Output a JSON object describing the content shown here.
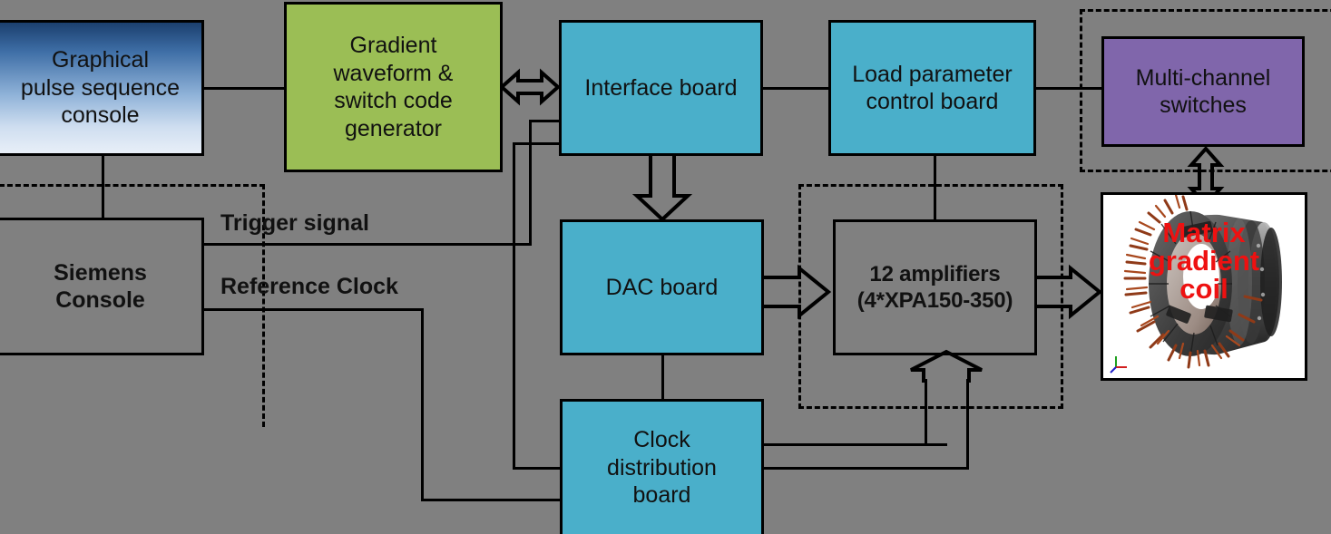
{
  "diagram": {
    "title": "Matrix gradient coil MRI system block diagram",
    "background_color": "#808080",
    "colors": {
      "blue_board": "#4aafca",
      "green_block": "#9bbe55",
      "purple_block": "#8066ab",
      "console_gradient_top": "#1b3f6e",
      "console_gradient_bottom": "#e8eff8",
      "coil_label_red": "#ee1111",
      "line_black": "#000000"
    },
    "nodes": [
      {
        "id": "graphical-console",
        "label": "Graphical\npulse sequence\nconsole",
        "line1": "Graphical",
        "line2": "pulse sequence",
        "line3": "console",
        "style": "blue-gradient"
      },
      {
        "id": "gradient-waveform-generator",
        "label": "Gradient waveform & switch code generator",
        "line1": "Gradient",
        "line2": "waveform &",
        "line3": "switch code",
        "line4": "generator",
        "style": "green"
      },
      {
        "id": "interface-board",
        "label": "Interface board",
        "style": "blue"
      },
      {
        "id": "load-parameter-control-board",
        "label": "Load parameter control board",
        "line1": "Load parameter",
        "line2": "control board",
        "style": "blue"
      },
      {
        "id": "multi-channel-switches",
        "label": "Multi-channel switches",
        "line1": "Multi-channel",
        "line2": "switches",
        "style": "purple"
      },
      {
        "id": "siemens-console",
        "label": "Siemens Console",
        "line1": "Siemens",
        "line2": "Console",
        "style": "outline"
      },
      {
        "id": "dac-board",
        "label": "DAC board",
        "style": "blue"
      },
      {
        "id": "amplifiers",
        "label": "12 amplifiers (4*XPA150-350)",
        "line1": "12 amplifiers",
        "line2": "(4*XPA150-350)",
        "style": "outline-bold"
      },
      {
        "id": "clock-distribution-board",
        "label": "Clock distribution board",
        "line1": "Clock",
        "line2": "distribution",
        "line3": "board",
        "style": "blue"
      },
      {
        "id": "matrix-gradient-coil",
        "label": "Matrix gradient coil",
        "line1": "Matrix",
        "line2": "gradient",
        "line3": "coil",
        "style": "image"
      }
    ],
    "edge_labels": [
      {
        "id": "trigger-signal",
        "text": "Trigger signal"
      },
      {
        "id": "reference-clock",
        "text": "Reference Clock"
      }
    ],
    "groups": [
      {
        "id": "switch-group",
        "style": "dashed"
      },
      {
        "id": "amplifier-group",
        "style": "dashed"
      },
      {
        "id": "console-group",
        "style": "dashed"
      }
    ]
  }
}
